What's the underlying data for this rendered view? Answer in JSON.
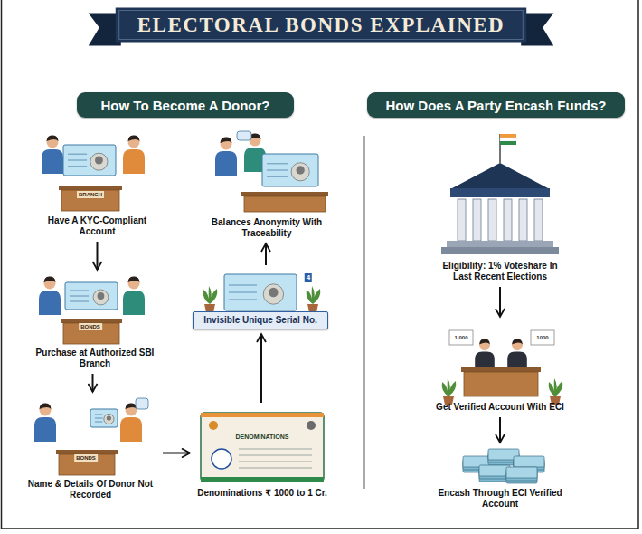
{
  "diagram": {
    "title": "ELECTORAL BONDS EXPLAINED",
    "nodes": [
      {
        "text": [
          "How To Become A Donor?"
        ]
      },
      {
        "text": [
          "Have A KYC-Compliant Account"
        ]
      },
      {
        "text": [
          "Purchase at Authorized SBI Branch"
        ]
      },
      {
        "text": [
          "Name & Details Of Donor Not Recorded"
        ]
      },
      {
        "text": [
          "Denominations ₹ 1000 to 1 Cr."
        ]
      },
      {
        "text": [
          "Invisible Unique Serial No."
        ]
      },
      {
        "text": [
          "Balances Anonymity With Traceability"
        ]
      },
      {
        "text": [
          "How Does A Party Encash Funds?"
        ]
      },
      {
        "text": [
          "Eligibility: 1% Voteshare In Last Recent Elections"
        ]
      },
      {
        "text": [
          "Get Verified Account With ECI"
        ]
      },
      {
        "text": [
          "Encash Through ECI Verified Account"
        ]
      }
    ],
    "edges": [
      {
        "from": 1,
        "to": 2,
        "arrow": "to"
      },
      {
        "from": 2,
        "to": 3,
        "arrow": "to"
      },
      {
        "from": 3,
        "to": 4,
        "arrow": "to"
      },
      {
        "from": 4,
        "to": 5,
        "arrow": "to"
      },
      {
        "from": 5,
        "to": 6,
        "arrow": "to"
      },
      {
        "from": 8,
        "to": 9,
        "arrow": "to"
      },
      {
        "from": 9,
        "to": 10,
        "arrow": "to"
      }
    ],
    "labels": [
      "BRANCH",
      "BONDS",
      "BONDS",
      "DENOMINATIONS",
      "1,000",
      "1000",
      "4"
    ]
  }
}
